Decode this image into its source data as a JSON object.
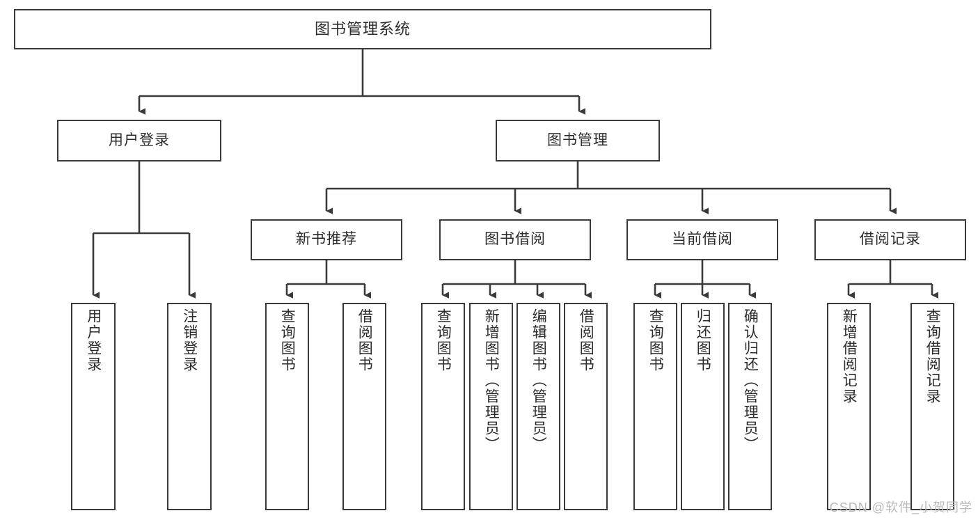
{
  "diagram": {
    "title": "图书管理系统",
    "watermark": "CSDN @软件_小贺同学",
    "line_color": "#3a3a3a",
    "box_border_color": "#3a3a3a",
    "box_fill": "#ffffff",
    "text_color": "#2b2b2b",
    "nodes": {
      "root": {
        "label": "图书管理系统"
      },
      "level1": [
        {
          "label": "用户登录"
        },
        {
          "label": "图书管理"
        }
      ],
      "level2": [
        {
          "label": "新书推荐"
        },
        {
          "label": "图书借阅"
        },
        {
          "label": "当前借阅"
        },
        {
          "label": "借阅记录"
        }
      ],
      "leaves": {
        "user_login": [
          {
            "label": "用户登录"
          },
          {
            "label": "注销登录"
          }
        ],
        "new_book_recommend": [
          {
            "label": "查询图书"
          },
          {
            "label": "借阅图书"
          }
        ],
        "book_borrow": [
          {
            "label": "查询图书"
          },
          {
            "label": "新增图书（管理员）"
          },
          {
            "label": "编辑图书（管理员）"
          },
          {
            "label": "借阅图书"
          }
        ],
        "current_borrow": [
          {
            "label": "查询图书"
          },
          {
            "label": "归还图书"
          },
          {
            "label": "确认归还（管理员）"
          }
        ],
        "borrow_record": [
          {
            "label": "新增借阅记录"
          },
          {
            "label": "查询借阅记录"
          }
        ]
      }
    }
  }
}
